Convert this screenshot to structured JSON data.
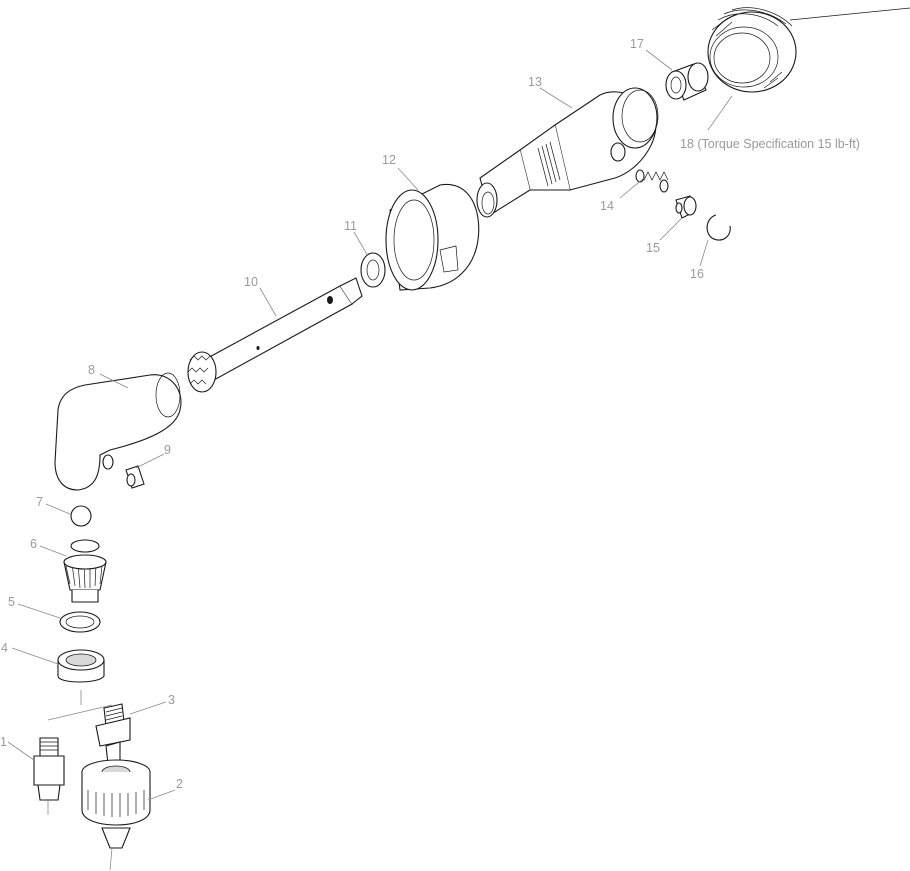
{
  "labels": {
    "p1": "1",
    "p2": "2",
    "p3": "3",
    "p4": "4",
    "p5": "5",
    "p6": "6",
    "p7": "7",
    "p8": "8",
    "p9": "9",
    "p10": "10",
    "p11": "11",
    "p12": "12",
    "p13": "13",
    "p14": "14",
    "p15": "15",
    "p16": "16",
    "p17": "17",
    "p18": "18 (Torque Specification 15 lb-ft)"
  }
}
